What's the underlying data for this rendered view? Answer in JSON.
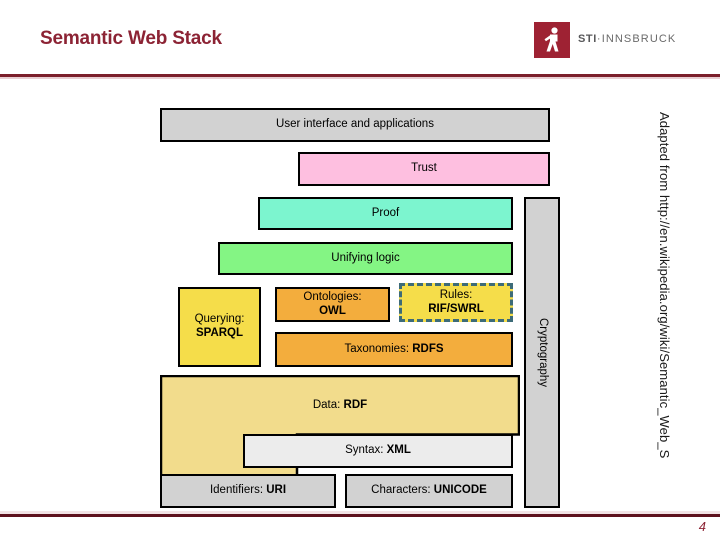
{
  "slide": {
    "title": "Semantic Web Stack",
    "page_number": "4",
    "attribution": "Adapted from http://en.wikipedia.org/wiki/Semantic_Web_S",
    "rule_color": "#7b1f2b",
    "title_color": "#8c2334"
  },
  "logo": {
    "mark_color": "#9e2233",
    "brand_bold": "STI",
    "brand_separator": "·",
    "brand_rest": "INNSBRUCK",
    "icon": "sti-figure-icon"
  },
  "diagram": {
    "name": "semantic-web-stack",
    "layers": [
      {
        "id": "user-interface",
        "label": "User interface and applications",
        "color": "#d2d2d2",
        "border": "solid"
      },
      {
        "id": "trust",
        "label": "Trust",
        "color": "#febfe0",
        "border": "solid"
      },
      {
        "id": "proof",
        "label": "Proof",
        "color": "#7cf5cf",
        "border": "solid"
      },
      {
        "id": "unifying-logic",
        "label": "Unifying logic",
        "color": "#84f584",
        "border": "solid"
      },
      {
        "id": "querying",
        "label_top": "Querying:",
        "label_bold": "SPARQL",
        "color": "#f5dd4a",
        "border": "solid"
      },
      {
        "id": "ontologies",
        "label_top": "Ontologies:",
        "label_bold": "OWL",
        "color": "#f3ad3d",
        "border": "solid"
      },
      {
        "id": "rules",
        "label_top": "Rules:",
        "label_bold": "RIF/SWRL",
        "color": "#f5dd4a",
        "border": "dashed",
        "border_color": "#3d6b78"
      },
      {
        "id": "taxonomies",
        "label_top": "Taxonomies: ",
        "label_bold": "RDFS",
        "color": "#f3ad3d",
        "border": "solid"
      },
      {
        "id": "data",
        "label_top": "Data: ",
        "label_bold": "RDF",
        "color": "#f2dc8c",
        "border": "solid",
        "shape": "L"
      },
      {
        "id": "syntax",
        "label_top": "Syntax: ",
        "label_bold": "XML",
        "color": "#ececec",
        "border": "solid"
      },
      {
        "id": "identifiers",
        "label_top": "Identifiers: ",
        "label_bold": "URI",
        "color": "#d2d2d2",
        "border": "solid"
      },
      {
        "id": "characters",
        "label_top": "Characters: ",
        "label_bold": "UNICODE",
        "color": "#d2d2d2",
        "border": "solid"
      },
      {
        "id": "cryptography",
        "label": "Cryptography",
        "color": "#d2d2d2",
        "border": "solid",
        "orientation": "vertical"
      }
    ]
  }
}
